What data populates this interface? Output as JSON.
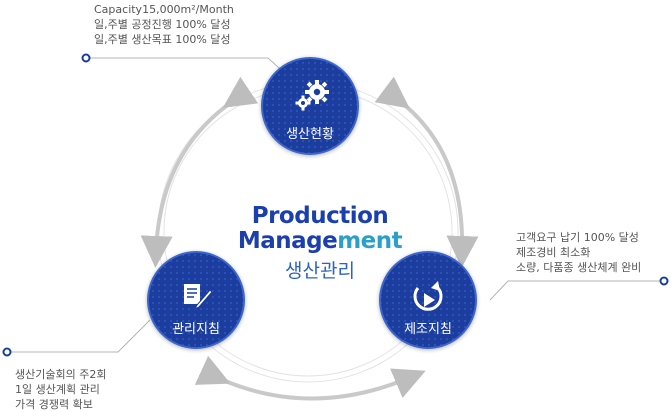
{
  "center": {
    "title_line1": "Production",
    "title_line2": "Management",
    "title_ko": "생산관리"
  },
  "nodes": {
    "top": {
      "label": "생산현황",
      "icon": "gears-icon"
    },
    "left": {
      "label": "관리지침",
      "icon": "document-pen-icon"
    },
    "right": {
      "label": "제조지침",
      "icon": "cycle-play-icon"
    }
  },
  "notes": {
    "top": [
      "Capacity15,000m²/Month",
      "일,주별 공정진행 100% 달성",
      "일,주별 생산목표 100% 달성"
    ],
    "right": [
      "고객요구 납기 100% 달성",
      "제조경비 최소화",
      "소량, 다품종 생산체계 완비"
    ],
    "left": [
      "생산기술회의 주2회",
      "1일 생산계획 관리",
      "가격 경쟁력 확보"
    ]
  },
  "colors": {
    "node_fill": "#1b3d9e",
    "node_border": "#2f5ec8",
    "title_primary": "#1c3fae",
    "title_accent": "#2aa0c8",
    "arrow": "#c9c9c9",
    "connector": "#b5b5b5",
    "dot": "#1b3d9e"
  }
}
